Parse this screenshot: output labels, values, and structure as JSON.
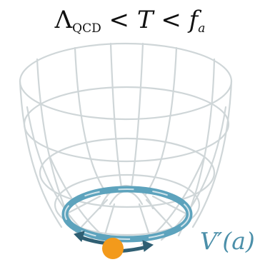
{
  "title": {
    "lambda": "Λ",
    "lambda_sub": "QCD",
    "lt1": " < ",
    "temp": "T",
    "lt2": " < ",
    "fa": "f",
    "fa_sub": "a"
  },
  "potential_label": "V′(a)",
  "colors": {
    "mesh": "#cfd6d8",
    "valley_ring": "#5da3bd",
    "tilt_arrows": "#2f5f73",
    "ball": "#f39a1b"
  },
  "icons": {
    "ball": "orange-ball-icon",
    "arrows": "tilt-arrow-icon"
  }
}
